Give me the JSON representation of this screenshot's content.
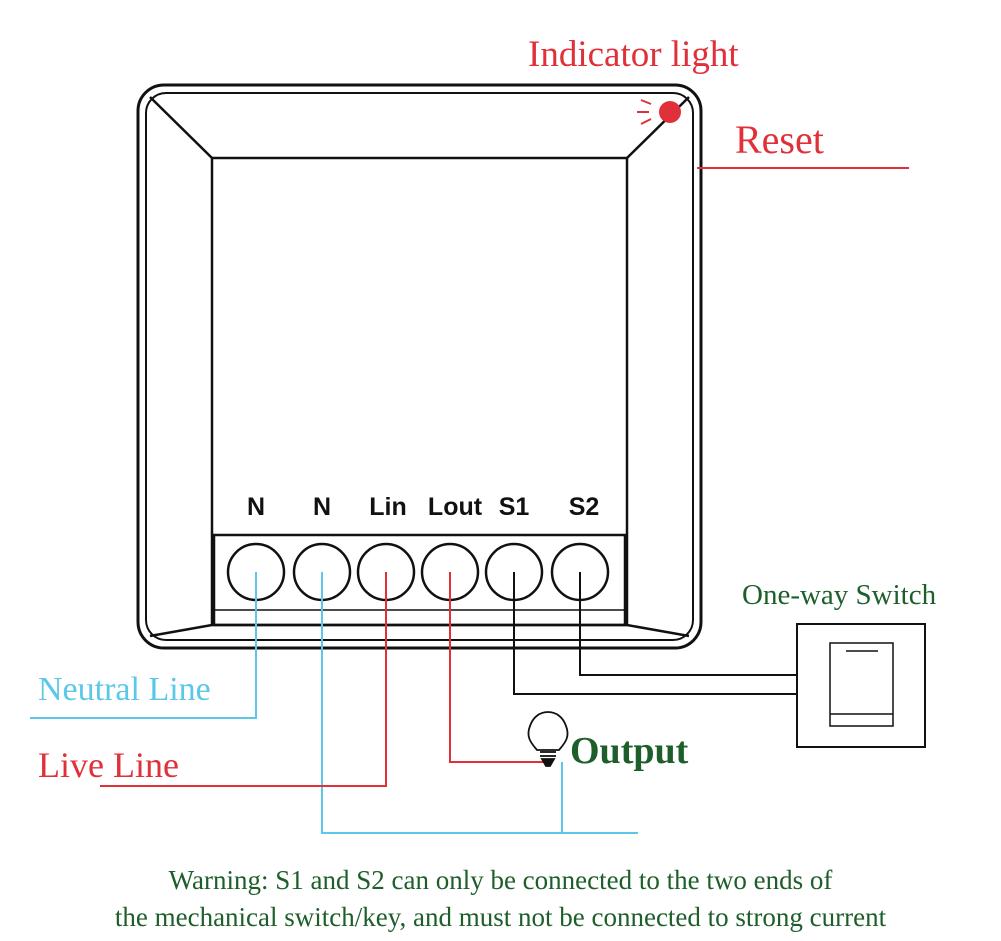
{
  "labels": {
    "indicator_light": "Indicator light",
    "reset": "Reset",
    "one_way_switch": "One-way Switch",
    "neutral_line": "Neutral Line",
    "live_line": "Live Line",
    "output": "Output"
  },
  "terminals": [
    "N",
    "N",
    "Lin",
    "Lout",
    "S1",
    "S2"
  ],
  "warning": {
    "line1": "Warning: S1 and S2 can only be connected to the two ends of",
    "line2": "the mechanical switch/key, and must not be connected to strong current"
  },
  "colors": {
    "red": "#e0303a",
    "blue": "#5bc8ea",
    "green": "#1d5e2a",
    "dark": "#111111"
  },
  "icons": {
    "indicator": "indicator-light-dot",
    "bulb": "light-bulb-icon",
    "switch": "one-way-switch-icon"
  }
}
